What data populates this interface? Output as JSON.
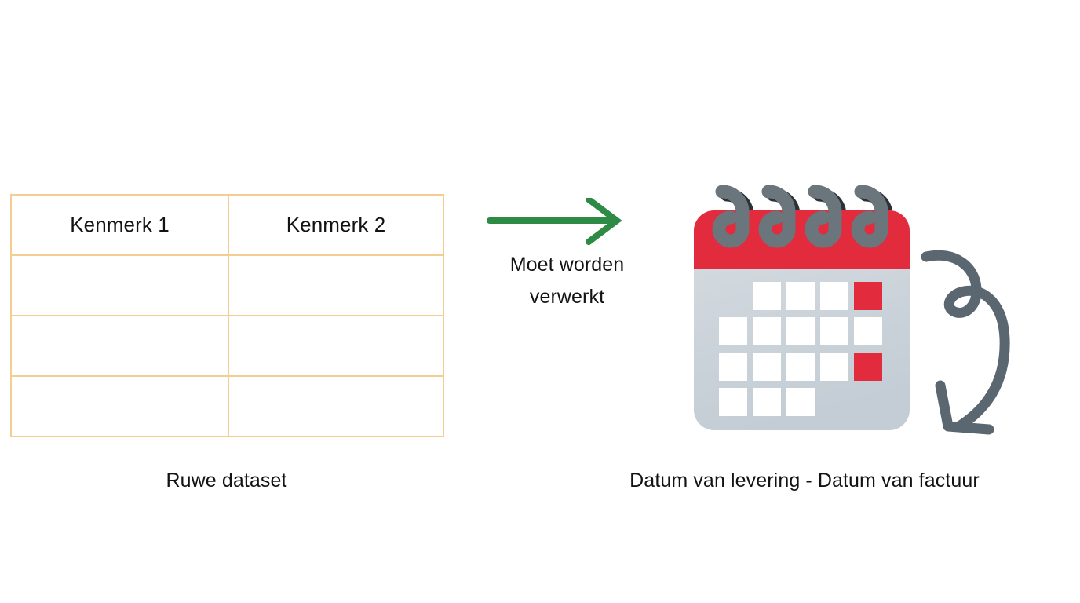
{
  "page": {
    "background_color": "#ffffff",
    "language": "nl"
  },
  "dataset": {
    "name": "Ruwe dataset",
    "caption": "Ruwe dataset",
    "border_color": "#f3cd92",
    "columns": [
      "Kenmerk 1",
      "Kenmerk 2"
    ],
    "rows": [
      [
        "",
        ""
      ],
      [
        "",
        ""
      ],
      [
        "",
        ""
      ]
    ]
  },
  "transform": {
    "arrow_icon": "right-arrow-icon",
    "arrow_color": "#2e8b45",
    "label_line1": "Moet worden",
    "label_line2": "verwerkt"
  },
  "calendar": {
    "icon_name": "calendar-icon",
    "header_color": "#e22b3c",
    "body_color": "#ced4da",
    "cell_color": "#ffffff",
    "highlight_color": "#e22b3c",
    "ring_color": "#6b757c",
    "ring_count": 4,
    "grid": {
      "columns": 5,
      "rows": 4,
      "cells": [
        [
          "empty",
          "day",
          "day",
          "day",
          "highlight"
        ],
        [
          "day",
          "day",
          "day",
          "day",
          "day"
        ],
        [
          "day",
          "day",
          "day",
          "day",
          "highlight"
        ],
        [
          "day",
          "day",
          "day",
          "empty",
          "empty"
        ]
      ]
    }
  },
  "result": {
    "curved_arrow_icon": "curved-down-left-arrow-icon",
    "curved_arrow_color": "#5b6770",
    "caption": "Datum van levering - Datum van factuur"
  }
}
